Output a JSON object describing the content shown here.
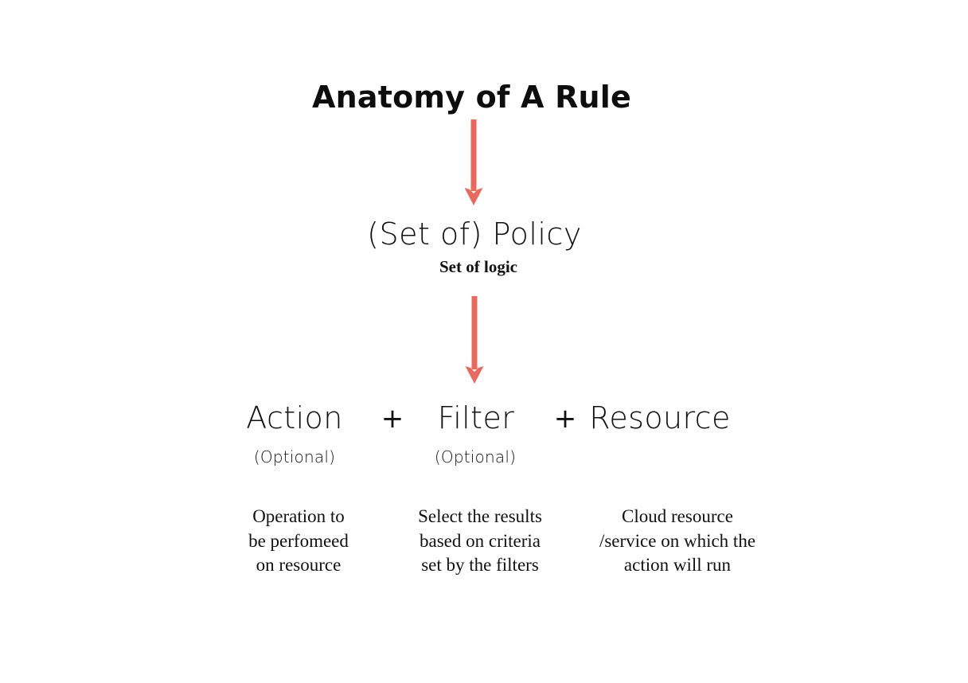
{
  "diagram": {
    "title": "Anatomy of A Rule",
    "background_color": "#ffffff",
    "text_color": "#111111",
    "arrow_color": "#E8695E",
    "levels": {
      "policy": {
        "label": "(Set of) Policy",
        "subtitle": "Set of logic"
      },
      "components": {
        "plus_1": "+",
        "plus_2": "+",
        "items": [
          {
            "term": "Action",
            "optional": "(Optional)",
            "description": [
              "Operation to",
              "be perfomeed",
              "on resource"
            ]
          },
          {
            "term": "Filter",
            "optional": "(Optional)",
            "description": [
              "Select the results",
              "based on criteria",
              "set by the filters"
            ]
          },
          {
            "term": "Resource",
            "optional": "",
            "description": [
              "Cloud resource",
              "/service on which the",
              "action will run"
            ]
          }
        ]
      }
    },
    "arrows": [
      {
        "name": "arrow-title-to-policy",
        "from": "Anatomy of A Rule",
        "to": "(Set of) Policy"
      },
      {
        "name": "arrow-policy-to-components",
        "from": "(Set of) Policy",
        "to": "Action + Filter + Resource"
      }
    ]
  }
}
